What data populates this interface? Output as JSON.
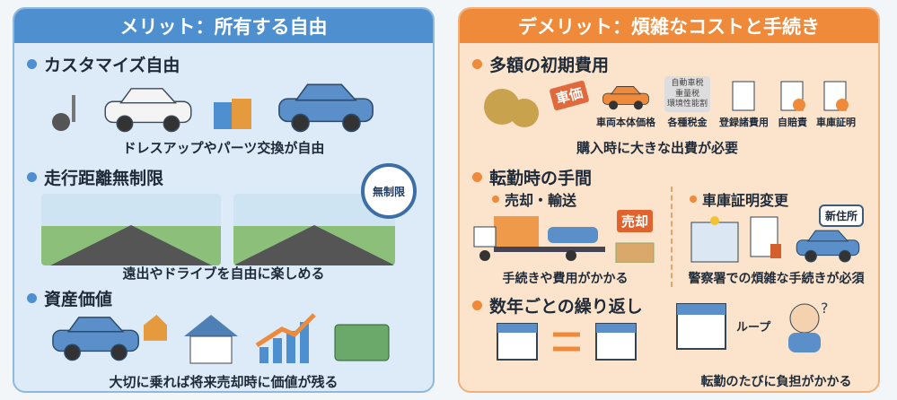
{
  "merit": {
    "title": "メリット：所有する自由",
    "sections": [
      {
        "heading": "カスタマイズ自由",
        "caption": "ドレスアップやパーツ交換が自由"
      },
      {
        "heading": "走行距離無制限",
        "caption": "遠出やドライブを自由に楽しめる",
        "badge": "無制限"
      },
      {
        "heading": "資産価値",
        "caption": "大切に乗れば将来売却時に価値が残る"
      }
    ]
  },
  "demerit": {
    "title": "デメリット：煩雑なコストと手続き",
    "initial": {
      "heading": "多額の初期費用",
      "tag": "車価",
      "tax_lines": [
        "自動車税",
        "重量税",
        "環境性能割"
      ],
      "items": [
        "車両本体価格",
        "各種税金",
        "登録諸費用",
        "自賠責",
        "車庫証明"
      ],
      "caption": "購入時に大きな出費が必要"
    },
    "transfer": {
      "heading": "転勤時の手間",
      "sale": {
        "heading": "売却・輸送",
        "sign": "売却",
        "caption": "手続きや費用がかかる"
      },
      "garage": {
        "heading": "車庫証明変更",
        "bubble": "新住所",
        "caption": "警察署での煩雑な手続きが必須"
      }
    },
    "repeat": {
      "heading": "数年ごとの繰り返し",
      "loop": "ループ",
      "caption": "転勤のたびに負担がかかる"
    }
  },
  "colors": {
    "blue": "#4e8fcf",
    "orange": "#ee8a3a"
  }
}
